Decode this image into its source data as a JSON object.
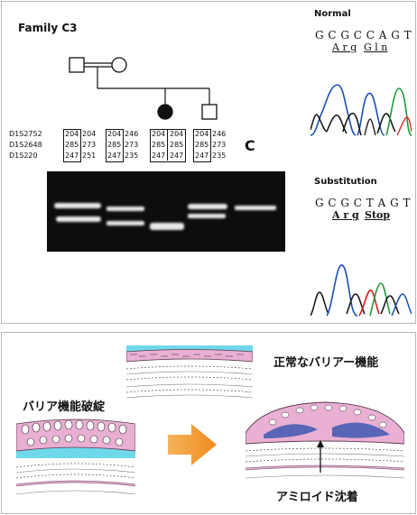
{
  "top": {
    "family_title": "Family C3",
    "markers": [
      "D1S2752",
      "D1S2648",
      "D1S220"
    ],
    "genotypes": [
      {
        "left": [
          "204",
          "285",
          "247"
        ],
        "right": [
          "204",
          "273",
          "251"
        ]
      },
      {
        "left": [
          "204",
          "285",
          "247"
        ],
        "right": [
          "246",
          "273",
          "235"
        ]
      },
      {
        "left": [
          "204",
          "285",
          "247"
        ],
        "right": [
          "204",
          "285",
          "247"
        ]
      },
      {
        "left": [
          "204",
          "285",
          "247"
        ],
        "right": [
          "246",
          "273",
          "235"
        ]
      }
    ],
    "control_label": "C",
    "normal": {
      "label": "Normal",
      "sequence": "G C G C C A G T",
      "codon1": "A r g",
      "codon2": "G l n"
    },
    "substitution": {
      "label": "Substitution",
      "sequence": "G C G C T A G T",
      "codon1": "A r g",
      "codon2": "Stop"
    }
  },
  "bottom": {
    "label_broken": "バリア機能破綻",
    "label_normal": "正常なバリアー機能",
    "label_amyloid": "アミロイド沈着"
  },
  "colors": {
    "trace_blue": "#1a4fb8",
    "trace_black": "#111111",
    "trace_red": "#d42020",
    "trace_green": "#1e9a3a",
    "arrow_orange": "#ef8a1e",
    "barrier_cyan": "#6fd8ea",
    "tissue_pink": "#e9b0d4",
    "amyloid_blue": "#3f58b0"
  }
}
